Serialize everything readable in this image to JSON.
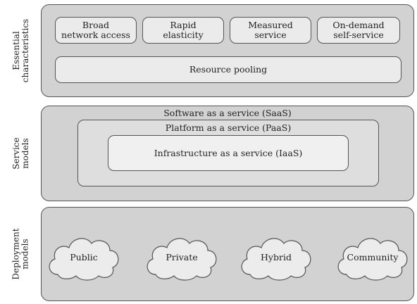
{
  "essential": {
    "label": "Essential\ncharacteristics",
    "items": [
      "Broad\nnetwork access",
      "Rapid\nelasticity",
      "Measured\nservice",
      "On-demand\nself-service"
    ],
    "pooling": "Resource pooling"
  },
  "service": {
    "label": "Service\nmodels",
    "saas": "Software as a service (SaaS)",
    "paas": "Platform as a service (PaaS)",
    "iaas": "Infrastructure as a service (IaaS)"
  },
  "deployment": {
    "label": "Deployment\nmodels",
    "items": [
      "Public",
      "Private",
      "Hybrid",
      "Community"
    ]
  },
  "colors": {
    "panel": "#d2d2d2",
    "box": "#ebebeb",
    "border": "#555555",
    "cloud": "#ececec"
  }
}
